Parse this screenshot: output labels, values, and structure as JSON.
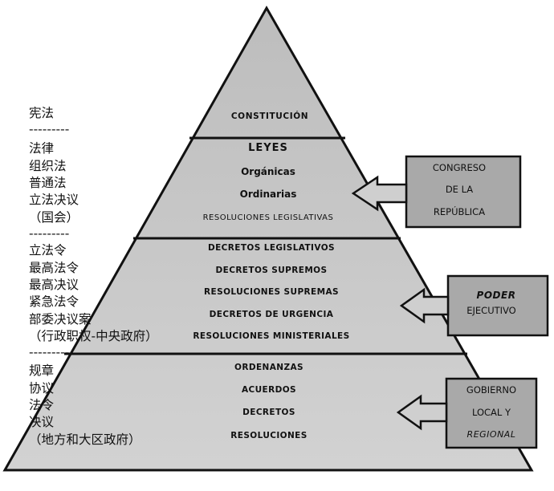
{
  "left_column": {
    "constitution": "宪法",
    "sep1": "---------",
    "laws": [
      "法律",
      "组织法",
      "普通法",
      "立法决议",
      "（国会）"
    ],
    "sep2": "---------",
    "executive": [
      "立法令",
      "最高法令",
      "最高决议",
      "紧急法令",
      "部委决议案",
      "（行政职权-中央政府）"
    ],
    "sep3": "---------",
    "local": [
      "规章",
      "协议",
      "法令",
      "决议",
      "（地方和大区政府）"
    ]
  },
  "pyramid": {
    "tier1": {
      "label": "CONSTITUCIÓN"
    },
    "tier2": {
      "title": "LEYES",
      "items": [
        "Orgánicas",
        "Ordinarias",
        "RESOLUCIONES LEGISLATIVAS"
      ]
    },
    "tier3": {
      "items": [
        "DECRETOS LEGISLATIVOS",
        "DECRETOS SUPREMOS",
        "RESOLUCIONES SUPREMAS",
        "DECRETOS DE URGENCIA",
        "RESOLUCIONES MINISTERIALES"
      ]
    },
    "tier4": {
      "items": [
        "ORDENANZAS",
        "ACUERDOS",
        "DECRETOS",
        "RESOLUCIONES"
      ]
    }
  },
  "boxes": {
    "congreso": [
      "CONGRESO",
      "DE LA",
      "REPÚBLICA"
    ],
    "poder": [
      "PODER",
      "EJECUTIVO"
    ],
    "gobierno": [
      "GOBIERNO",
      "LOCAL Y",
      "REGIONAL"
    ]
  },
  "colors": {
    "pyramid_fill": "#c9c9c9",
    "box_fill": "#a9a9a9",
    "stroke": "#111111",
    "arrow_fill": "#cfcfcf"
  }
}
